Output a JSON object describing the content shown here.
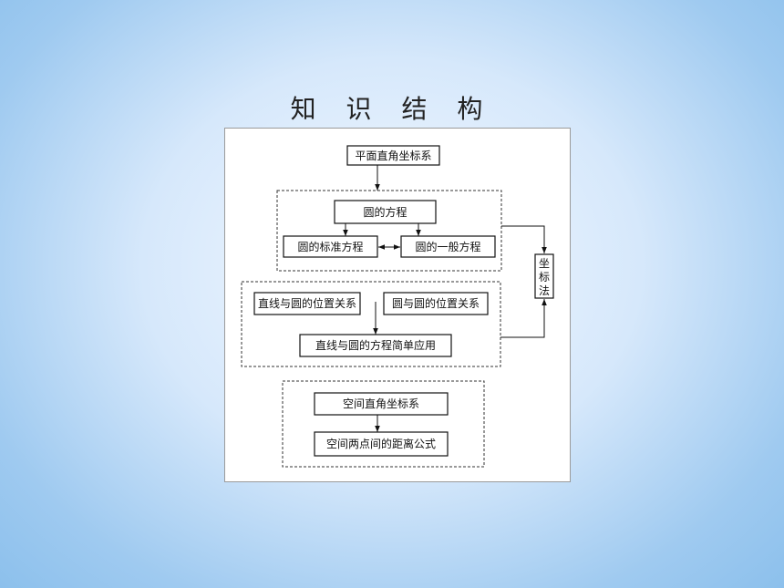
{
  "title": "知 识 结 构",
  "nodes": {
    "rect_coord": "平面直角坐标系",
    "circle_eq": "圆的方程",
    "circle_std": "圆的标准方程",
    "circle_gen": "圆的一般方程",
    "line_circle": "直线与圆的位置关系",
    "circle_circle": "圆与圆的位置关系",
    "eq_apply": "直线与圆的方程简单应用",
    "space_coord": "空间直角坐标系",
    "space_dist": "空间两点间的距离公式",
    "coord_method": [
      "坐",
      "标",
      "法"
    ]
  }
}
